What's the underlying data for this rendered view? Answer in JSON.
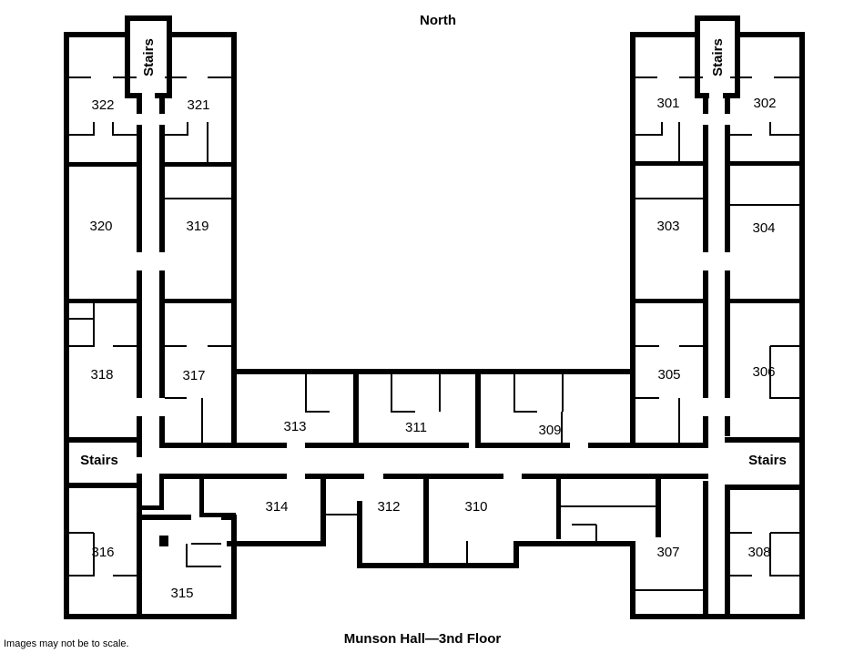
{
  "header": {
    "orientation": "North"
  },
  "footer": {
    "title": "Munson Hall—3nd Floor",
    "note": "Images may not be to scale."
  },
  "stairs_label": "Stairs",
  "rooms": {
    "r301": "301",
    "r302": "302",
    "r303": "303",
    "r304": "304",
    "r305": "305",
    "r306": "306",
    "r307": "307",
    "r308": "308",
    "r309": "309",
    "r310": "310",
    "r311": "311",
    "r312": "312",
    "r313": "313",
    "r314": "314",
    "r315": "315",
    "r316": "316",
    "r317": "317",
    "r318": "318",
    "r319": "319",
    "r320": "320",
    "r321": "321",
    "r322": "322"
  }
}
